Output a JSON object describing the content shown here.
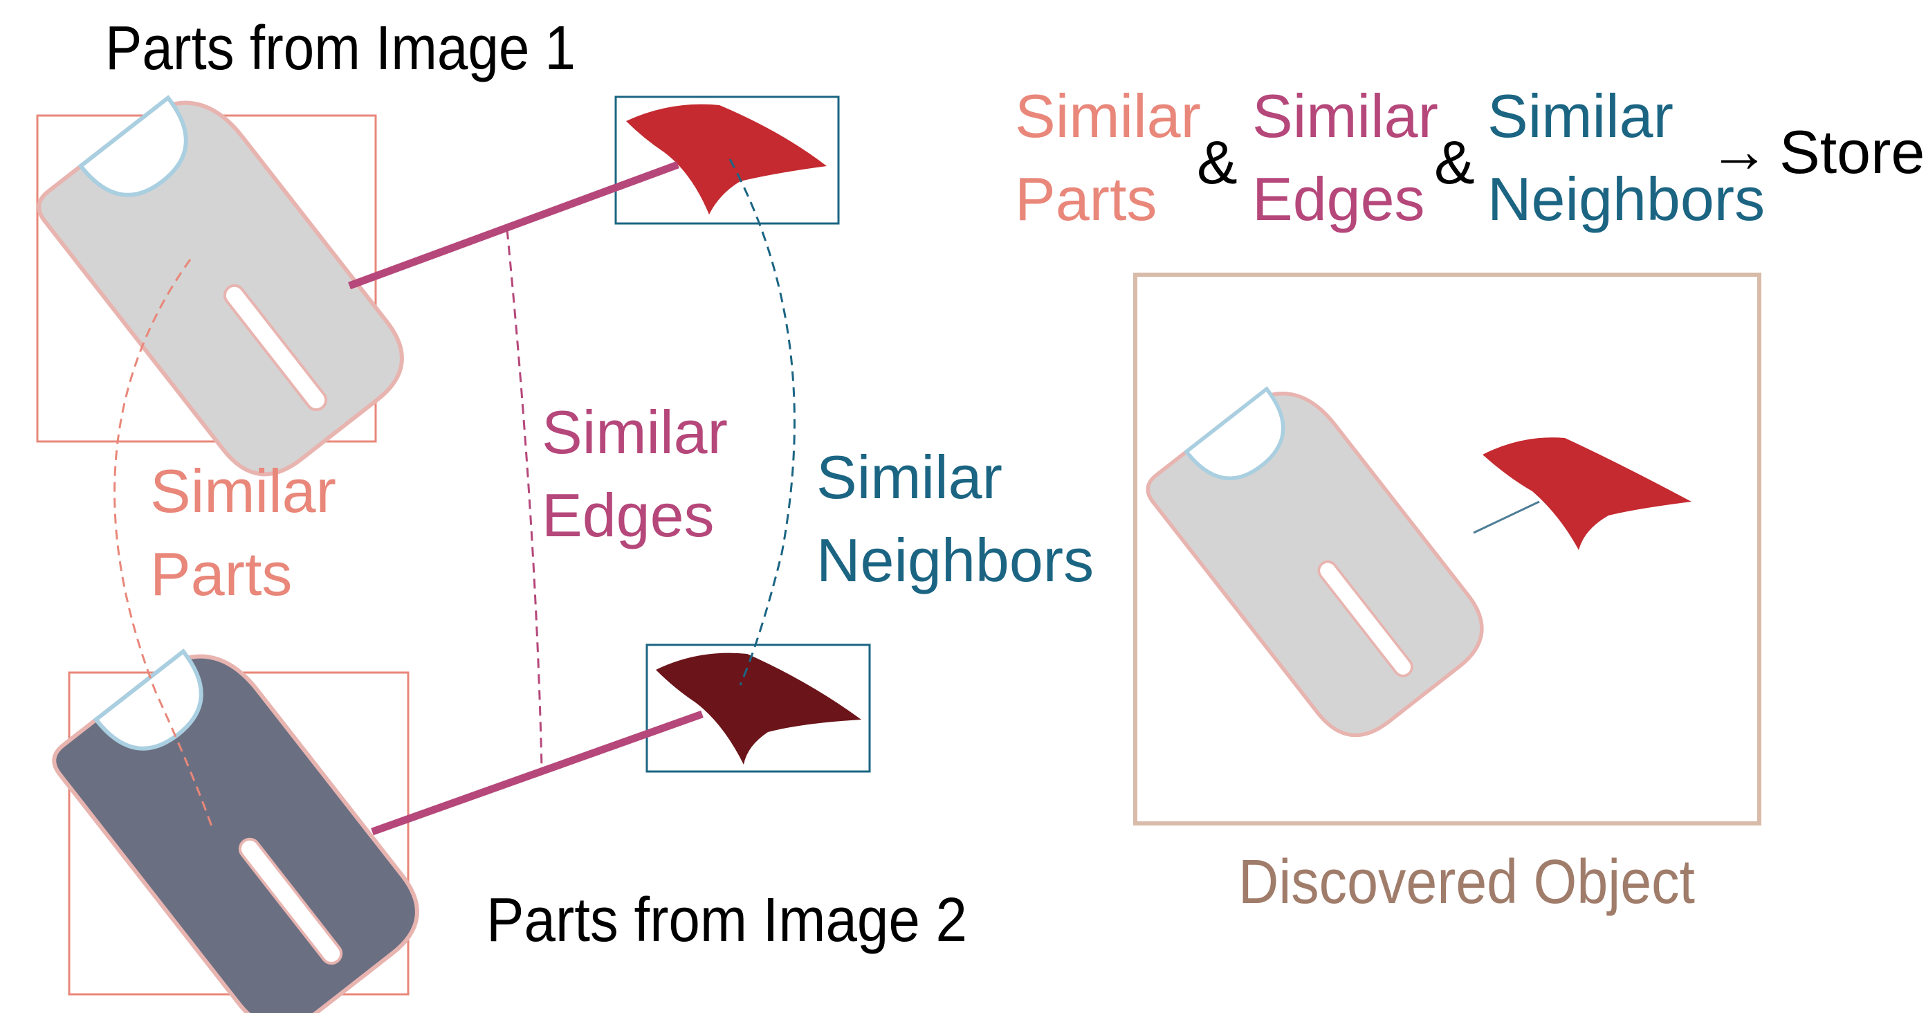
{
  "labels": {
    "parts_image_1": "Parts from Image 1",
    "parts_image_2": "Parts from Image 2",
    "similar_parts": [
      "Similar",
      "Parts"
    ],
    "similar_edges": [
      "Similar",
      "Edges"
    ],
    "similar_neighbors": [
      "Similar",
      "Neighbors"
    ],
    "discovered_object": "Discovered Object"
  },
  "equation": {
    "term_parts": [
      "Similar",
      "Parts"
    ],
    "amp_1": "&",
    "term_edges": [
      "Similar",
      "Edges"
    ],
    "amp_2": "&",
    "term_neighbors": [
      "Similar",
      "Neighbors"
    ],
    "arrow": "→",
    "result": "Store"
  },
  "colors": {
    "parts": "#e8877a",
    "edges": "#b5477a",
    "neighbors": "#1b6583",
    "object_frame": "#d8bba8",
    "object_text": "#a07c6a",
    "black": "#000000",
    "part_gray_light": "#d6d6d6",
    "part_gray_dark": "#6b6f82",
    "fin_red": "#c42a30",
    "fin_dark": "#6b151a",
    "notch_blue": "#a9cfe0"
  }
}
